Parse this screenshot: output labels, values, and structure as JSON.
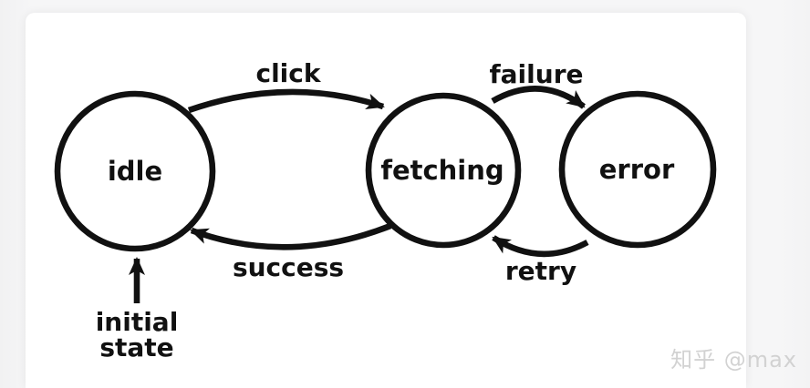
{
  "page": {
    "background_color": "#f4f4f5",
    "card_color": "#ffffff"
  },
  "diagram": {
    "type": "state-machine",
    "ink_color": "#111111",
    "states": [
      {
        "id": "idle",
        "label": "idle"
      },
      {
        "id": "fetching",
        "label": "fetching"
      },
      {
        "id": "error",
        "label": "error"
      }
    ],
    "transitions": [
      {
        "label": "click",
        "from": "idle",
        "to": "fetching"
      },
      {
        "label": "failure",
        "from": "fetching",
        "to": "error"
      },
      {
        "label": "success",
        "from": "fetching",
        "to": "idle"
      },
      {
        "label": "retry",
        "from": "error",
        "to": "fetching"
      }
    ],
    "initial_marker": {
      "label_line1": "initial",
      "label_line2": "state",
      "points_to": "idle"
    }
  },
  "watermark": {
    "text": "知乎 @max",
    "color": "#d2d2d2"
  }
}
